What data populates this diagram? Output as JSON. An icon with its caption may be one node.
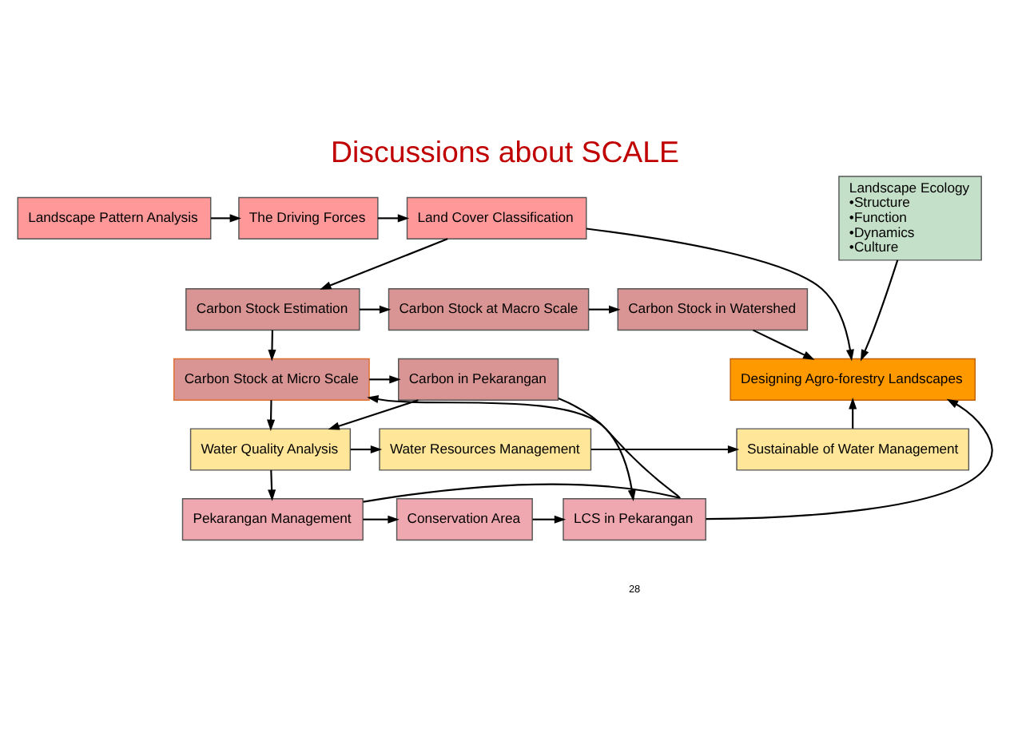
{
  "diagram": {
    "title": "Discussions about SCALE",
    "nodes": [
      {
        "text": [
          "Landscape Pattern Analysis"
        ]
      },
      {
        "text": [
          "The Driving Forces"
        ]
      },
      {
        "text": [
          "Land Cover Classification"
        ]
      },
      {
        "text": [
          "Landscape Ecology",
          "•Structure",
          "•Function",
          "•Dynamics",
          "•Culture"
        ]
      },
      {
        "text": [
          "Carbon Stock Estimation"
        ]
      },
      {
        "text": [
          "Carbon Stock at Macro Scale"
        ]
      },
      {
        "text": [
          "Carbon Stock in Watershed"
        ]
      },
      {
        "text": [
          "Designing Agro-forestry Landscapes"
        ]
      },
      {
        "text": [
          "Carbon Stock at Micro Scale"
        ]
      },
      {
        "text": [
          "Carbon in Pekarangan"
        ]
      },
      {
        "text": [
          "Water Quality Analysis"
        ]
      },
      {
        "text": [
          "Water Resources Management"
        ]
      },
      {
        "text": [
          "Sustainable of Water Management"
        ]
      },
      {
        "text": [
          "Pekarangan Management"
        ]
      },
      {
        "text": [
          "Conservation Area"
        ]
      },
      {
        "text": [
          "LCS in Pekarangan"
        ]
      }
    ],
    "edges": [
      {
        "from": 0,
        "to": 1,
        "arrow": "to"
      },
      {
        "from": 1,
        "to": 2,
        "arrow": "to"
      },
      {
        "from": 2,
        "to": 4,
        "arrow": "to"
      },
      {
        "from": 2,
        "to": 7,
        "arrow": "to"
      },
      {
        "from": 4,
        "to": 5,
        "arrow": "to"
      },
      {
        "from": 5,
        "to": 6,
        "arrow": "to"
      },
      {
        "from": 6,
        "to": 7,
        "arrow": "to"
      },
      {
        "from": 3,
        "to": 7,
        "arrow": "to"
      },
      {
        "from": 4,
        "to": 8,
        "arrow": "to"
      },
      {
        "from": 8,
        "to": 9,
        "arrow": "to"
      },
      {
        "from": 8,
        "to": 10,
        "arrow": "to"
      },
      {
        "from": 9,
        "to": 10,
        "arrow": "to"
      },
      {
        "from": 9,
        "to": 15,
        "arrow": "to"
      },
      {
        "from": 10,
        "to": 11,
        "arrow": "to"
      },
      {
        "from": 11,
        "to": 12,
        "arrow": "to"
      },
      {
        "from": 10,
        "to": 13,
        "arrow": "to"
      },
      {
        "from": 13,
        "to": 8,
        "arrow": "to"
      },
      {
        "from": 13,
        "to": 14,
        "arrow": "to"
      },
      {
        "from": 14,
        "to": 15,
        "arrow": "to"
      },
      {
        "from": 12,
        "to": 7,
        "arrow": "to"
      },
      {
        "from": 15,
        "to": 7,
        "arrow": "to"
      }
    ],
    "labels": [
      "28"
    ]
  }
}
